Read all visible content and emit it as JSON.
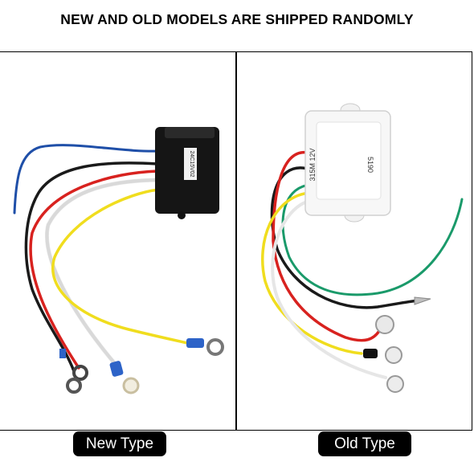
{
  "headline": "NEW AND OLD MODELS ARE SHIPPED RANDOMLY",
  "new_model": {
    "caption": "New Type",
    "label_text": "24C15V02"
  },
  "old_model": {
    "caption": "Old Type",
    "label_left": "315M  12V",
    "label_right": "5190"
  }
}
